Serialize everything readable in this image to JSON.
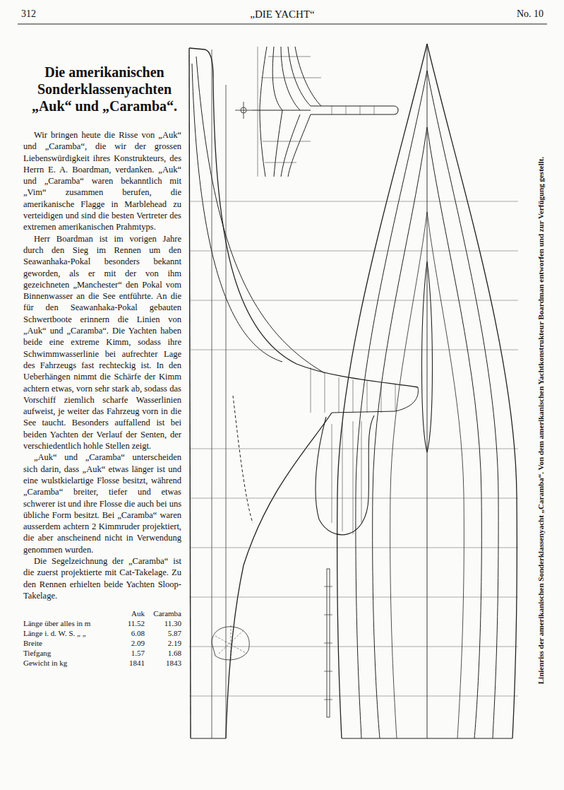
{
  "diagram": {
    "title": "Die amerikanischen Sonderklassenyachten „Auk“ und „Caramba“.",
    "caption": "Linienriss der amerikanischen Sonderklassenyacht „Caramba“. Von dem amerikanischen Yachtkonstrukteur Boardman entworfen und zur Verfügung gestellt.",
    "labels": [
      "312",
      "„DIE YACHT“",
      "No. 10",
      "Wir bringen heute die Risse von „Auk“ und „Caramba“, die wir der grossen Liebenswürdigkeit ihres Konstrukteurs, des Herrn E. A. Boardman, verdanken. „Auk“ und „Caramba“ waren bekanntlich mit „Vim“ zusammen berufen, die amerikanische Flagge in Marblehead zu verteidigen und sind die besten Vertreter des extremen amerikanischen Prahmtyps.",
      "Herr Boardman ist im vorigen Jahre durch den Sieg im Rennen um den Seawanhaka-Pokal besonders bekannt geworden, als er mit der von ihm gezeichneten „Manchester“ den Pokal vom Binnenwasser an die See entführte. An die für den Seawanhaka-Pokal gebauten Schwertboote erinnern die Linien von „Auk“ und „Caramba“. Die Yachten haben beide eine extreme Kimm, sodass ihre Schwimmwasserlinie bei aufrechter Lage des Fahrzeugs fast rechteckig ist. In den Ueberhängen nimmt die Schärfe der Kimm achtern etwas, vorn sehr stark ab, sodass das Vorschiff ziemlich scharfe Wasserlinien aufweist, je weiter das Fahrzeug vorn in die See taucht. Besonders auffallend ist bei beiden Yachten der Verlauf der Senten, der verschiedentlich hohle Stellen zeigt.",
      "„Auk“ und „Caramba“ unterscheiden sich darin, dass „Auk“ etwas länger ist und eine wulstkielartige Flosse besitzt, während „Caramba“ breiter, tiefer und etwas schwerer ist und ihre Flosse die auch bei uns übliche Form besitzt. Bei „Caramba“ waren ausserdem achtern 2 Kimmruder projektiert, die aber anscheinend nicht in Verwendung genommen wurden.",
      "Die Segelzeichnung der „Caramba“ ist die zuerst projektierte mit Cat-Takelage. Zu den Rennen erhielten beide Yachten Sloop-Takelage.",
      "Auk",
      "Caramba",
      "Länge über alles in m",
      "11.52",
      "11.30",
      "Länge i. d. W. S. „ „",
      "6.08",
      "5.87",
      "Breite",
      "2.09",
      "2.19",
      "Tiefgang",
      "1.57",
      "1.68",
      "Gewicht in kg",
      "1841",
      "1843"
    ]
  }
}
